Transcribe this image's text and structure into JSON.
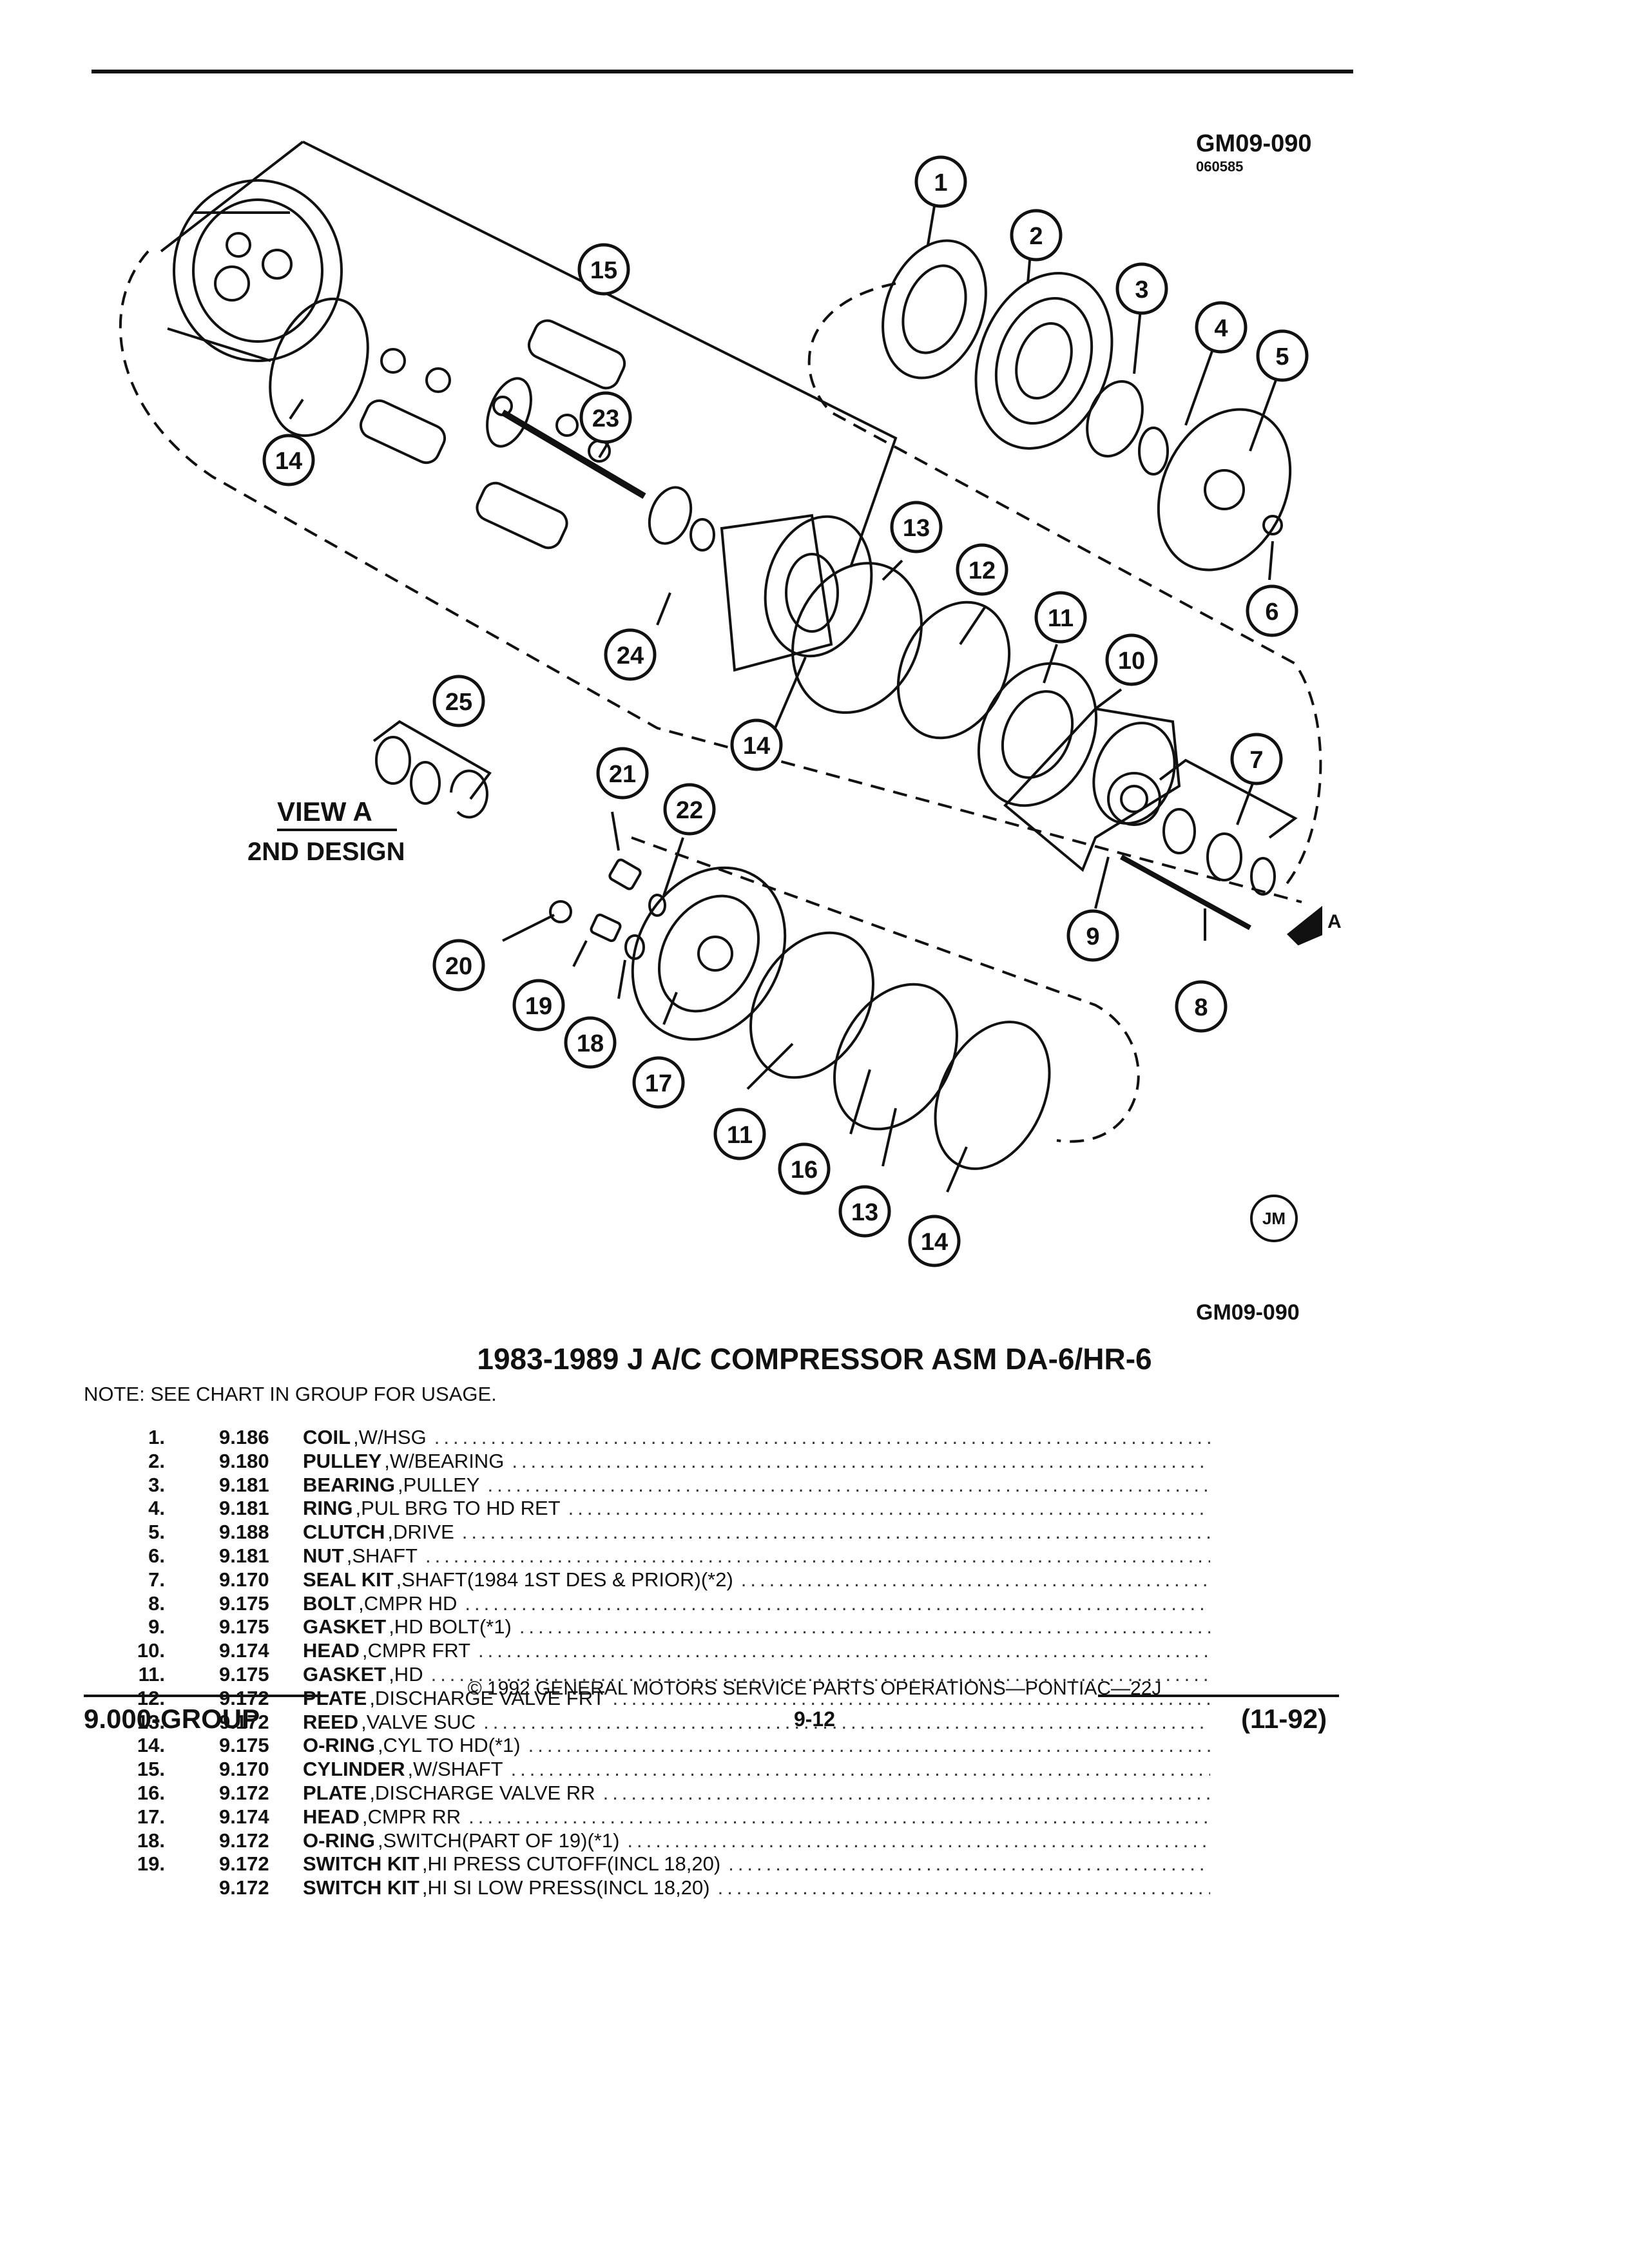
{
  "figure": {
    "code_top": "GM09-090",
    "date_code": "060585",
    "code_bottom": "GM09-090",
    "view_label": "VIEW A",
    "design_label": "2ND DESIGN",
    "arrow_label": "A",
    "logo": "JM",
    "callouts": [
      "1",
      "2",
      "3",
      "4",
      "5",
      "6",
      "7",
      "8",
      "9",
      "10",
      "11",
      "12",
      "13",
      "14",
      "15",
      "16",
      "17",
      "18",
      "19",
      "20",
      "21",
      "22",
      "23",
      "24",
      "25",
      "11",
      "13",
      "14",
      "14",
      "14"
    ]
  },
  "title": "1983-1989 J A/C COMPRESSOR ASM DA-6/HR-6",
  "note": "NOTE:  SEE CHART IN GROUP FOR USAGE.",
  "parts": [
    {
      "num": "1.",
      "code": "9.186",
      "name": "COIL",
      "qual": ",W/HSG"
    },
    {
      "num": "2.",
      "code": "9.180",
      "name": "PULLEY",
      "qual": ",W/BEARING"
    },
    {
      "num": "3.",
      "code": "9.181",
      "name": "BEARING",
      "qual": ",PULLEY"
    },
    {
      "num": "4.",
      "code": "9.181",
      "name": "RING",
      "qual": ",PUL BRG TO HD RET"
    },
    {
      "num": "5.",
      "code": "9.188",
      "name": "CLUTCH",
      "qual": ",DRIVE"
    },
    {
      "num": "6.",
      "code": "9.181",
      "name": "NUT",
      "qual": ",SHAFT"
    },
    {
      "num": "7.",
      "code": "9.170",
      "name": "SEAL KIT",
      "qual": ",SHAFT(1984 1ST DES & PRIOR)(*2)"
    },
    {
      "num": "8.",
      "code": "9.175",
      "name": "BOLT",
      "qual": ",CMPR HD"
    },
    {
      "num": "9.",
      "code": "9.175",
      "name": "GASKET",
      "qual": ",HD BOLT(*1)"
    },
    {
      "num": "10.",
      "code": "9.174",
      "name": "HEAD",
      "qual": ",CMPR FRT"
    },
    {
      "num": "11.",
      "code": "9.175",
      "name": "GASKET",
      "qual": ",HD"
    },
    {
      "num": "12.",
      "code": "9.172",
      "name": "PLATE",
      "qual": ",DISCHARGE VALVE FRT"
    },
    {
      "num": "13.",
      "code": "9.172",
      "name": "REED",
      "qual": ",VALVE SUC"
    },
    {
      "num": "14.",
      "code": "9.175",
      "name": "O-RING",
      "qual": ",CYL TO HD(*1)"
    },
    {
      "num": "15.",
      "code": "9.170",
      "name": "CYLINDER",
      "qual": ",W/SHAFT"
    },
    {
      "num": "16.",
      "code": "9.172",
      "name": "PLATE",
      "qual": ",DISCHARGE VALVE RR"
    },
    {
      "num": "17.",
      "code": "9.174",
      "name": "HEAD",
      "qual": ",CMPR RR"
    },
    {
      "num": "18.",
      "code": "9.172",
      "name": "O-RING",
      "qual": ",SWITCH(PART OF 19)(*1)"
    },
    {
      "num": "19.",
      "code": "9.172",
      "name": "SWITCH KIT",
      "qual": ",HI PRESS CUTOFF(INCL 18,20)"
    },
    {
      "num": "",
      "code": "9.172",
      "name": "SWITCH KIT",
      "qual": ",HI SI LOW PRESS(INCL 18,20)"
    }
  ],
  "footer": {
    "copyright": "© 1992  GENERAL MOTORS SERVICE PARTS OPERATIONS—PONTIAC—22J",
    "group": "9.000-GROUP",
    "page": "9-12",
    "date": "(11-92)"
  }
}
